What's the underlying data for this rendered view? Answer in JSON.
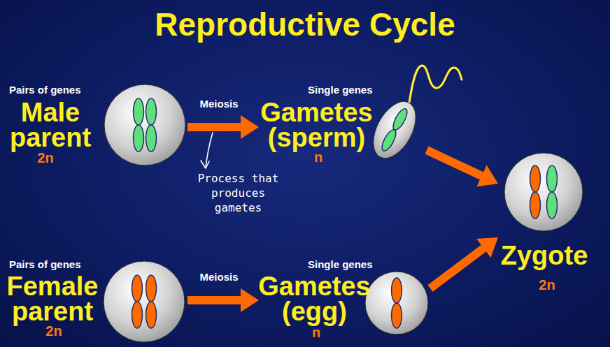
{
  "diagram": {
    "title": "Reproductive Cycle",
    "nodes": [
      {
        "text": [
          "Pairs of genes",
          "Male parent",
          "2n"
        ]
      },
      {
        "text": [
          "Single genes",
          "Gametes (sperm)",
          "n"
        ]
      },
      {
        "text": [
          "Pairs of genes",
          "Female parent",
          "2n"
        ]
      },
      {
        "text": [
          "Single genes",
          "Gametes (egg)",
          "n"
        ]
      },
      {
        "text": [
          "Zygote",
          "2n"
        ]
      }
    ],
    "edges": [
      {
        "from": 0,
        "to": 1,
        "label": "Meiosis",
        "arrow": "to"
      },
      {
        "from": 2,
        "to": 3,
        "label": "Meiosis",
        "arrow": "to"
      },
      {
        "from": 1,
        "to": 4,
        "arrow": "to"
      },
      {
        "from": 3,
        "to": 4,
        "arrow": "to"
      }
    ],
    "labels": [
      "Process that produces gametes"
    ]
  }
}
